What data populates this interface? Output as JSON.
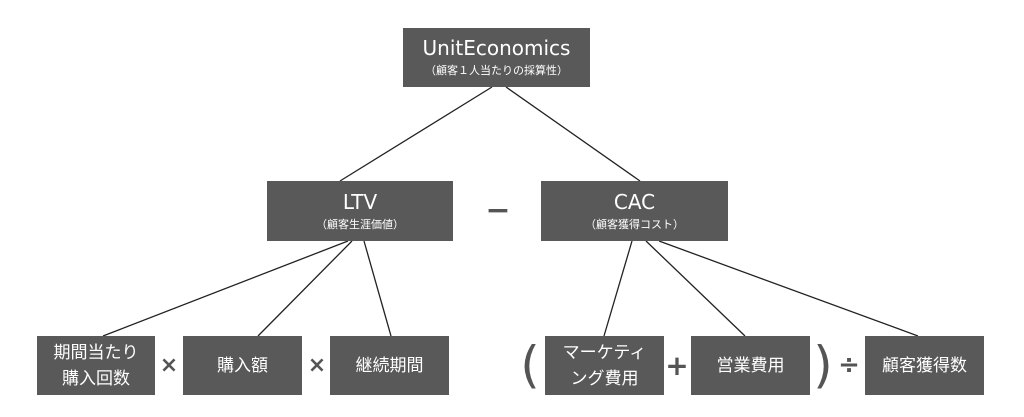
{
  "root": {
    "title": "UnitEconomics",
    "subtitle": "（顧客１人当たりの採算性）"
  },
  "ltv": {
    "title": "LTV",
    "subtitle": "（顧客生涯価値）"
  },
  "cac": {
    "title": "CAC",
    "subtitle": "（顧客獲得コスト）"
  },
  "minus": "−",
  "ltv_terms": {
    "period_purchases_line1": "期間当たり",
    "period_purchases_line2": "購入回数",
    "purchase_amount": "購入額",
    "continuation_period": "継続期間"
  },
  "cac_terms": {
    "marketing_line1": "マーケティ",
    "marketing_line2": "ング費用",
    "sales_cost": "営業費用",
    "customers_acquired": "顧客獲得数"
  },
  "ops": {
    "multiply": "×",
    "plus": "+",
    "divide": "÷",
    "paren_open": "(",
    "paren_close": ")"
  }
}
